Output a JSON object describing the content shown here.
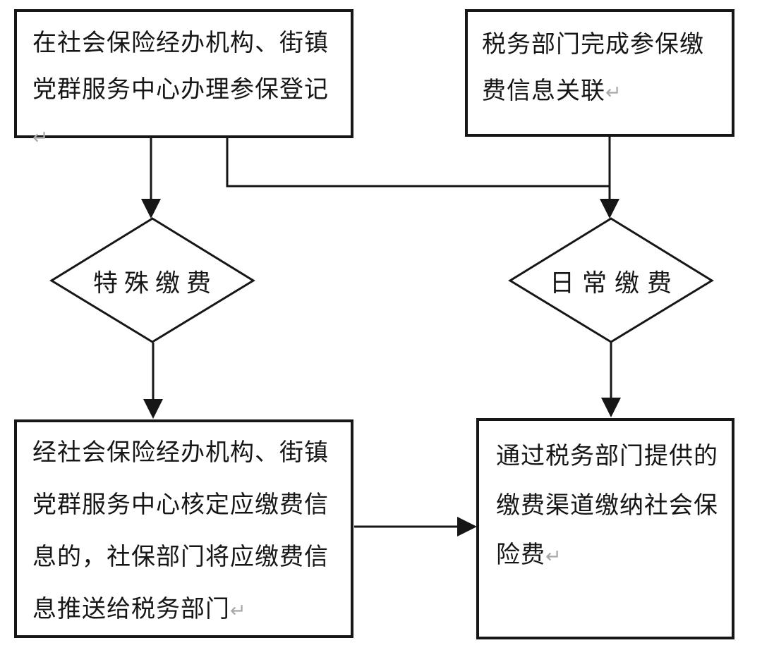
{
  "canvas": {
    "background_color": "#ffffff",
    "line_color": "#161616",
    "text_color": "#161616",
    "return_mark_color": "#a8a8a8"
  },
  "marks": {
    "return": "↵"
  },
  "nodes": {
    "register": {
      "type": "process",
      "text": "在社会保险经办机构、街镇党群服务中心办理参保登记"
    },
    "tax_link": {
      "type": "process",
      "text": "税务部门完成参保缴费信息关联"
    },
    "special_payment": {
      "type": "decision",
      "text": "特殊缴费"
    },
    "daily_payment": {
      "type": "decision",
      "text": "日常缴费"
    },
    "verify_push": {
      "type": "process",
      "text": "经社会保险经办机构、街镇党群服务中心核定应缴费信息的，社保部门将应缴费信息推送给税务部门"
    },
    "pay_channel": {
      "type": "process",
      "text": "通过税务部门提供的缴费渠道缴纳社会保险费"
    }
  },
  "edges": [
    {
      "from": "register",
      "to": "special_payment",
      "kind": "arrow-down"
    },
    {
      "from": "register",
      "to": "daily_payment",
      "kind": "elbow-right-down"
    },
    {
      "from": "tax_link",
      "to": "daily_payment",
      "kind": "arrow-down"
    },
    {
      "from": "special_payment",
      "to": "verify_push",
      "kind": "arrow-down"
    },
    {
      "from": "daily_payment",
      "to": "pay_channel",
      "kind": "arrow-down"
    },
    {
      "from": "verify_push",
      "to": "pay_channel",
      "kind": "arrow-right"
    }
  ]
}
